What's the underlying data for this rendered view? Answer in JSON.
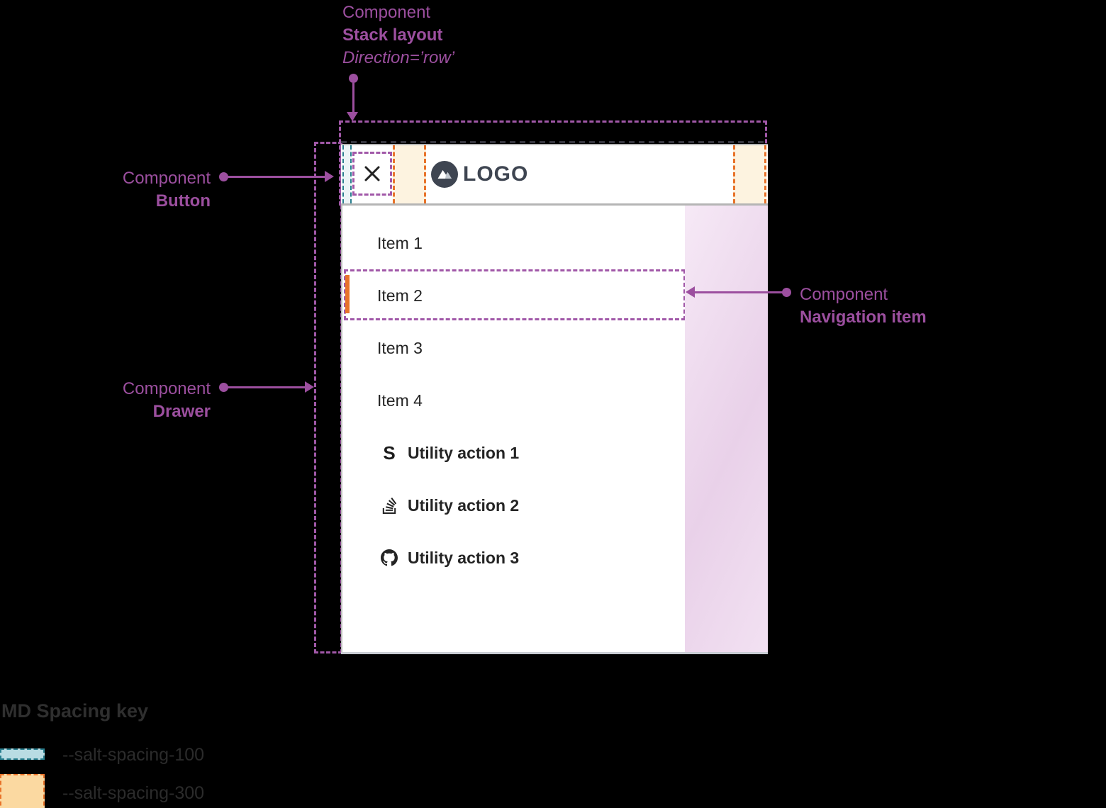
{
  "annotations": {
    "stack_layout": {
      "eyebrow": "Component",
      "title": "Stack layout",
      "subtitle": "Direction=’row’"
    },
    "button": {
      "eyebrow": "Component",
      "title": "Button"
    },
    "drawer": {
      "eyebrow": "Component",
      "title": "Drawer"
    },
    "navigation_item": {
      "eyebrow": "Component",
      "title": "Navigation item"
    }
  },
  "header": {
    "logo_text": "LOGO",
    "close_icon": "close-icon",
    "logo_icon": "mountain-logo-icon"
  },
  "drawer": {
    "nav_items": [
      {
        "label": "Item 1",
        "active": false
      },
      {
        "label": "Item 2",
        "active": true
      },
      {
        "label": "Item 3",
        "active": false
      },
      {
        "label": "Item 4",
        "active": false
      }
    ],
    "utility_items": [
      {
        "label": "Utility action 1",
        "icon": "salt-icon",
        "glyph": "S"
      },
      {
        "label": "Utility action 2",
        "icon": "stackoverflow-icon"
      },
      {
        "label": "Utility action 3",
        "icon": "github-icon"
      }
    ]
  },
  "spacing_key": {
    "title": "MD Spacing key",
    "entries": [
      {
        "label": "--salt-spacing-100",
        "fill": "#b9dce3",
        "border": "#2a7f8f"
      },
      {
        "label": "--salt-spacing-300",
        "fill": "#fbd9a1",
        "border": "#e8732a"
      }
    ]
  },
  "colors": {
    "annotation_purple": "#9c4f9f",
    "dash_purple": "#a158a8",
    "spacing_100_teal": "#2a7f8f",
    "spacing_300_orange": "#e8732a",
    "active_bar_orange": "#e8732a",
    "logo_slate": "#3e4551",
    "pink_panel": "#ecd6ec",
    "background": "#000000"
  }
}
